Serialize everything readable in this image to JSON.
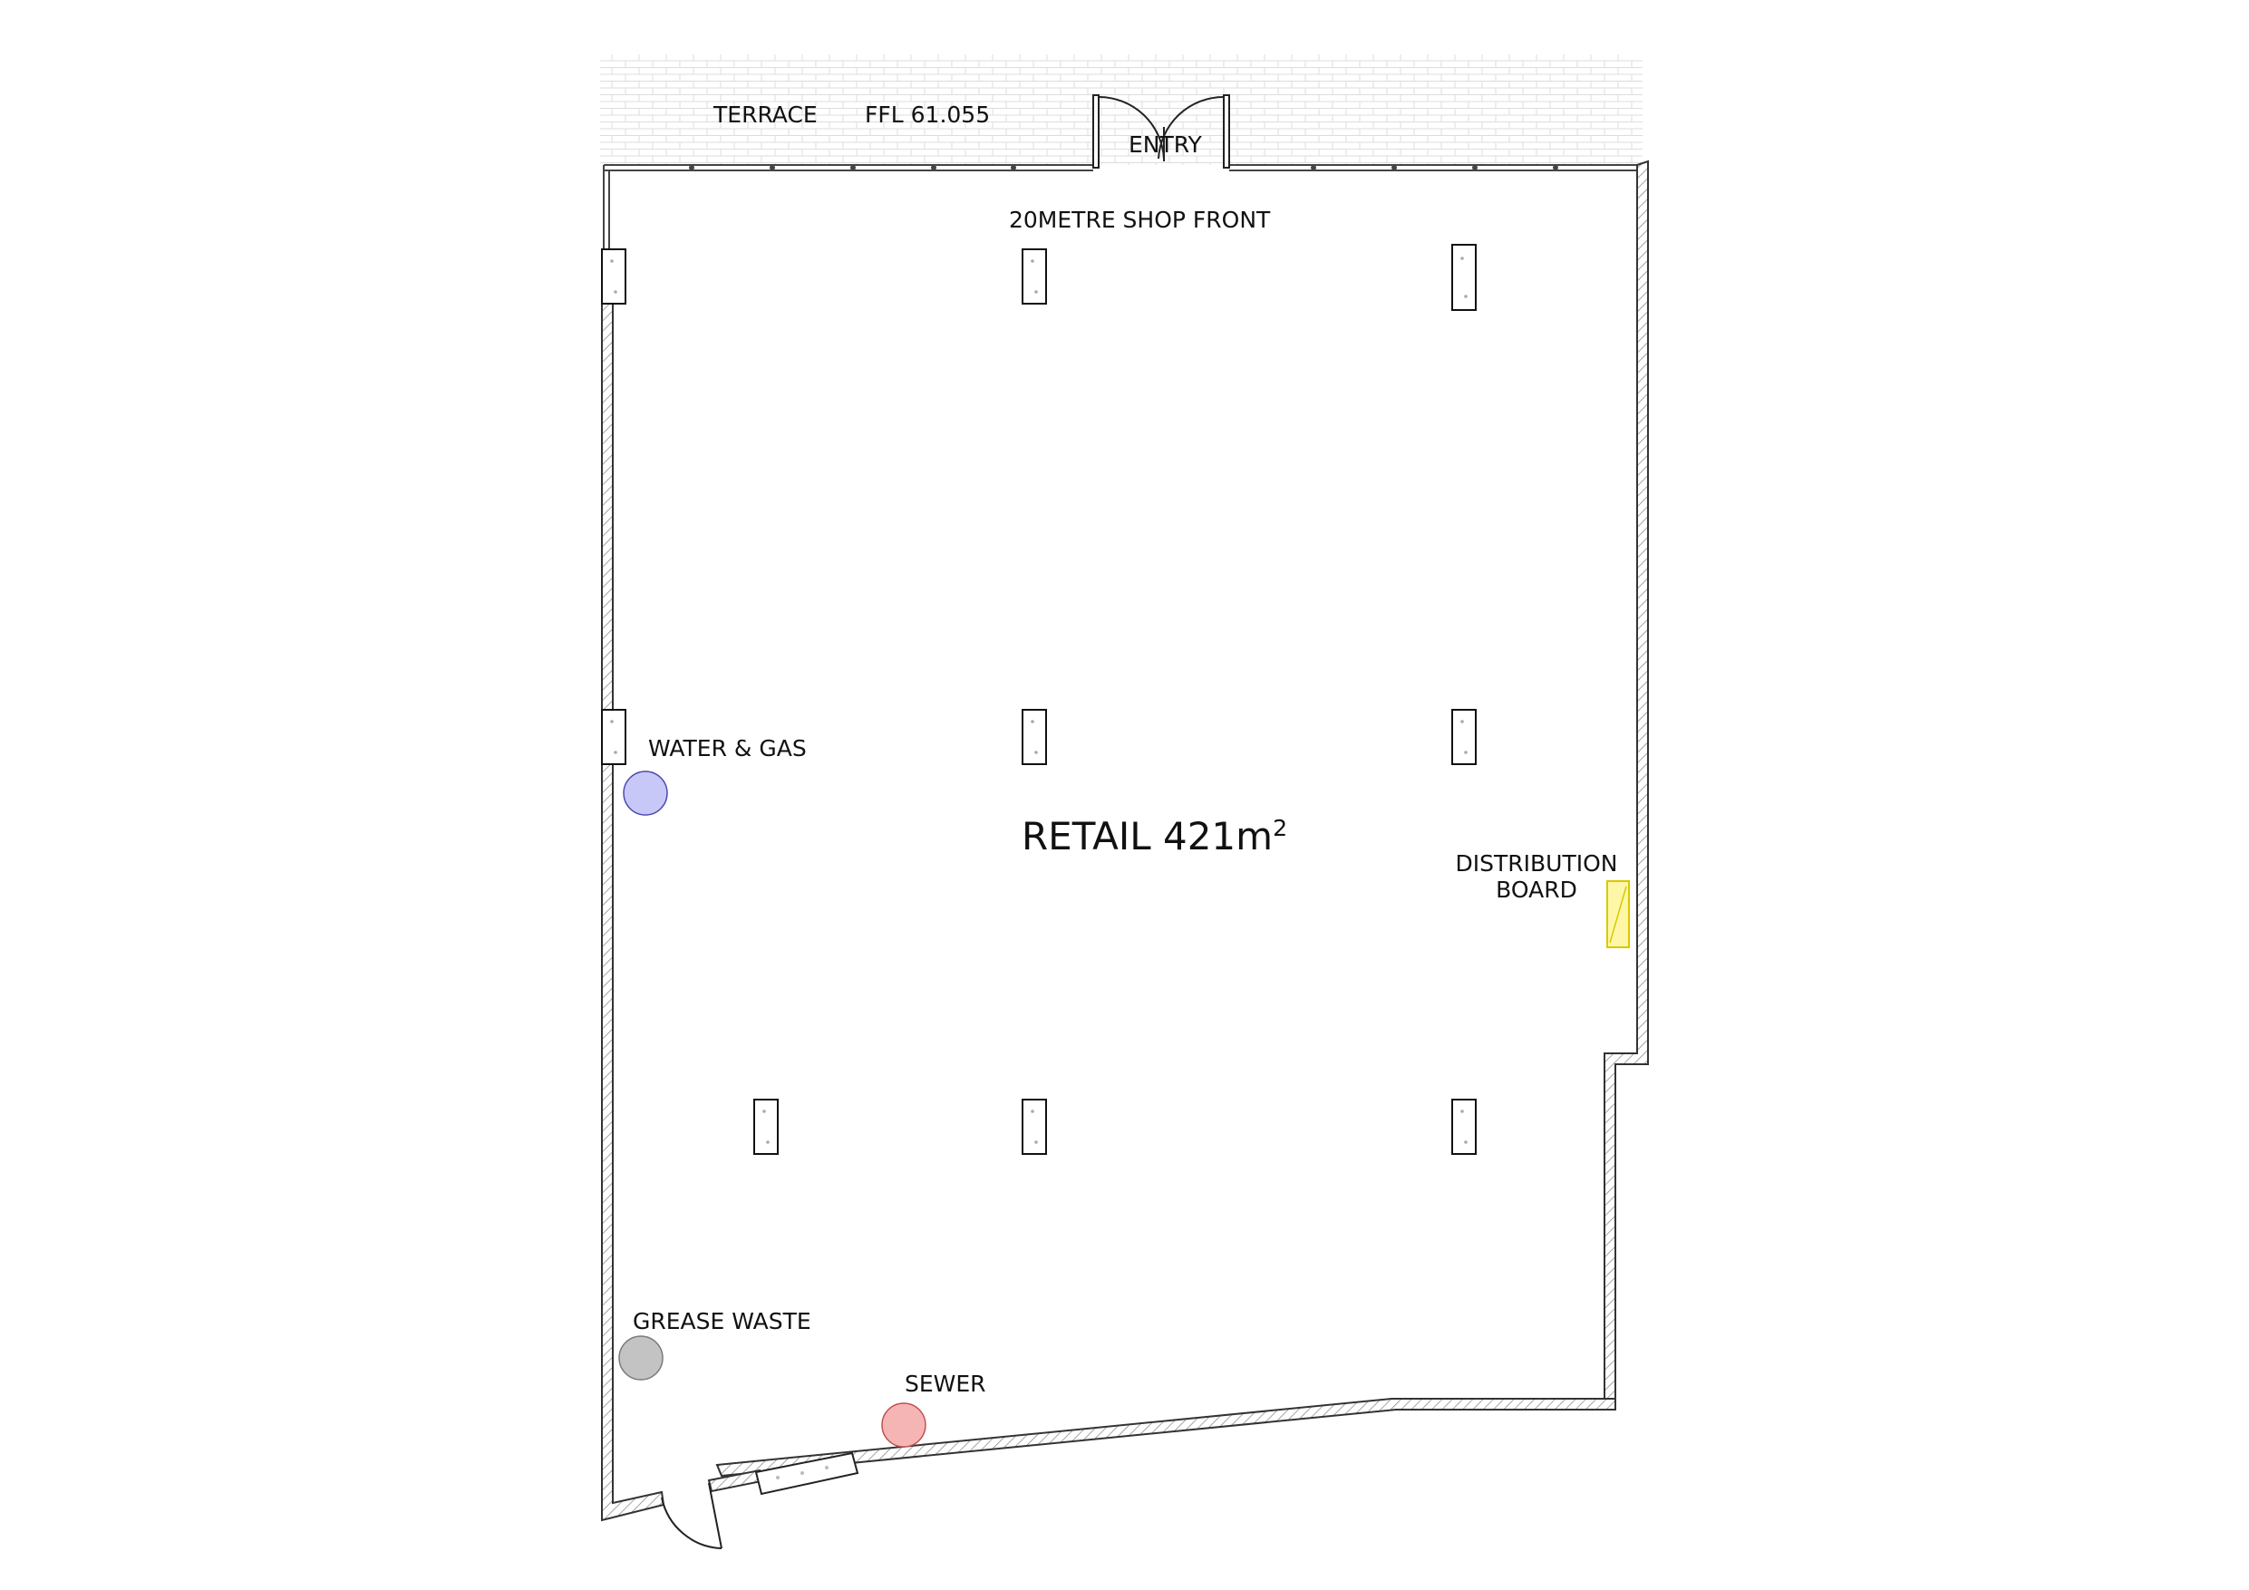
{
  "labels": {
    "terrace": "TERRACE",
    "ffl": "FFL 61.055",
    "entry": "ENTRY",
    "shop_front": "20METRE SHOP FRONT",
    "water_gas": "WATER & GAS",
    "retail": "RETAIL 421m",
    "retail_sup": "2",
    "distribution_1": "DISTRIBUTION",
    "distribution_2": "BOARD",
    "grease_waste": "GREASE WASTE",
    "sewer": "SEWER"
  },
  "colors": {
    "wall": "#333333",
    "water_gas": "#c8c8f8",
    "water_gas_stroke": "#4a4ab0",
    "grease_waste": "#c3c3c3",
    "grease_waste_stroke": "#7a7a7a",
    "sewer": "#f6b5b5",
    "sewer_stroke": "#c05050",
    "distribution": "#fff7a8",
    "distribution_stroke": "#d8c800"
  },
  "icons": {
    "columns": "structural-column-icon",
    "doors": "door-swing-icon"
  }
}
